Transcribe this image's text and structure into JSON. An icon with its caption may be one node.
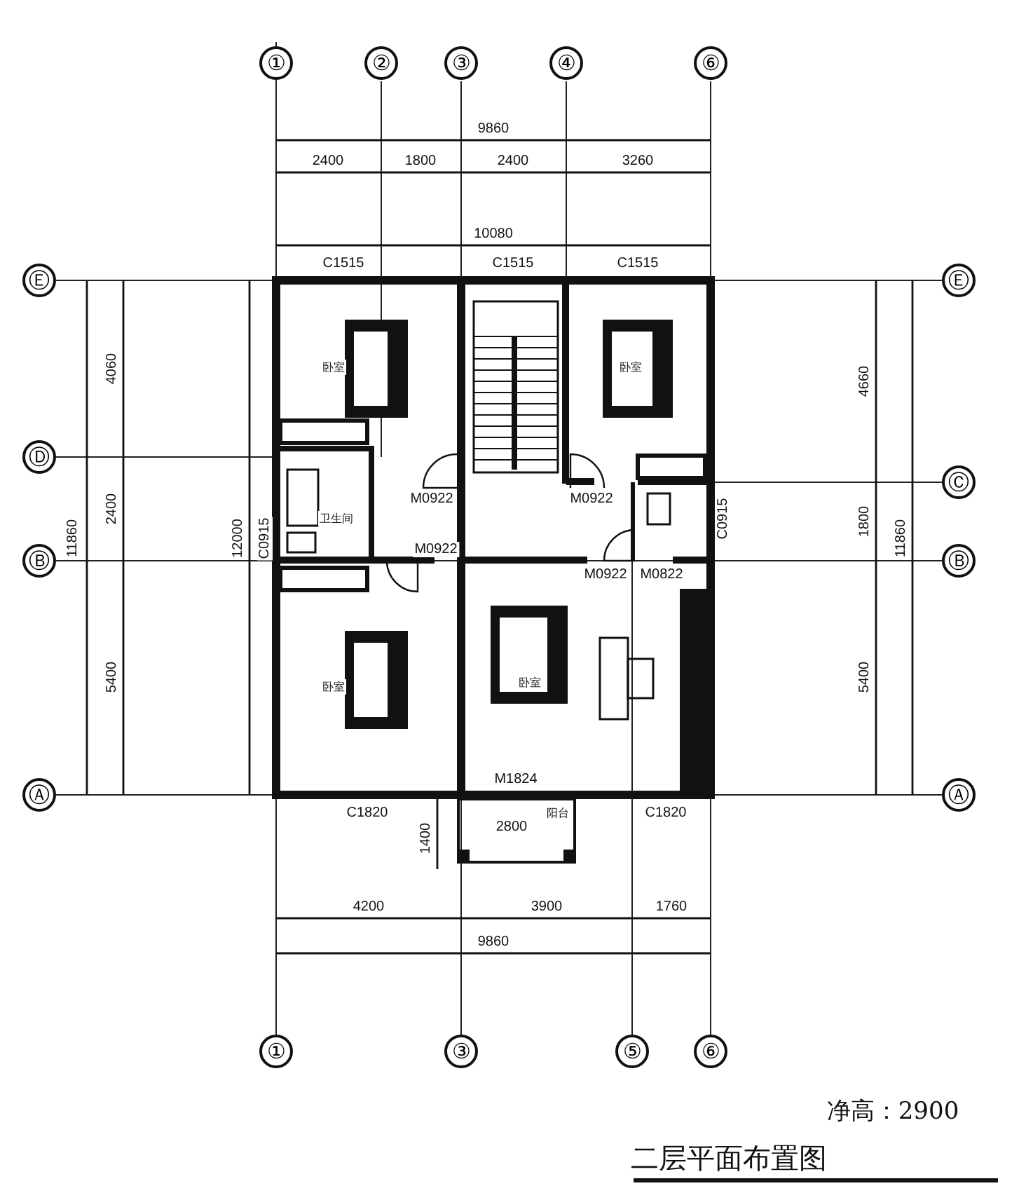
{
  "diagram": {
    "caption": "二层平面布置图",
    "labels": [
      "①",
      "②",
      "③",
      "④",
      "⑥",
      "9860",
      "2400",
      "1800",
      "2400",
      "3260",
      "10080",
      "C1515",
      "C1515",
      "C1515",
      "Ⓔ",
      "Ⓔ",
      "4060",
      "4660",
      "卧室",
      "卧室",
      "Ⓓ",
      "Ⓒ",
      "11860",
      "2400",
      "12000",
      "C0915",
      "卫生间",
      "M0922",
      "M0922",
      "C0915",
      "1800",
      "11860",
      "Ⓑ",
      "Ⓑ",
      "M0922",
      "M0922",
      "M0822",
      "卧室",
      "卧室",
      "5400",
      "5400",
      "M1824",
      "Ⓐ",
      "Ⓐ",
      "C1820",
      "阳台",
      "2800",
      "C1820",
      "1400",
      "4200",
      "3900",
      "1760",
      "9860",
      "①",
      "③",
      "⑤",
      "⑥",
      "净高：2900"
    ]
  }
}
